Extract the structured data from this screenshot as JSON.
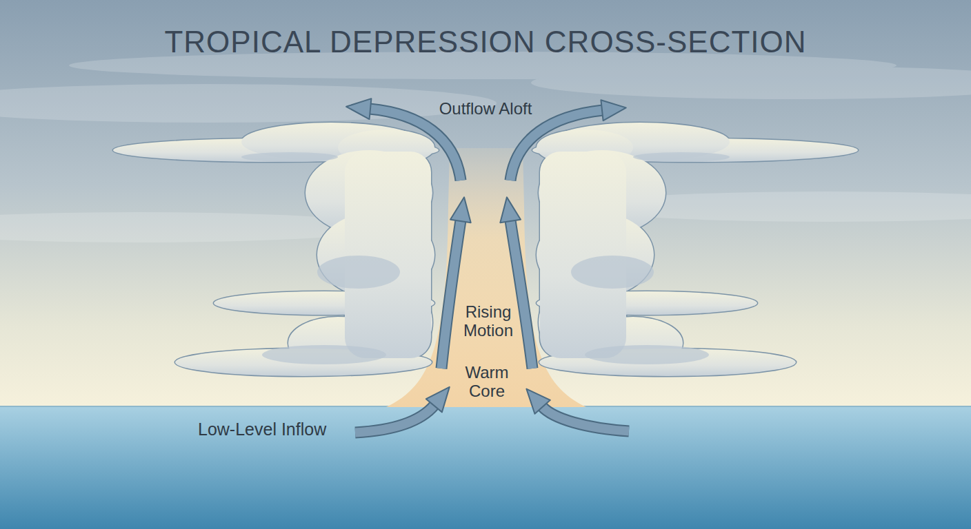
{
  "diagram": {
    "title": "TROPICAL DEPRESSION CROSS-SECTION",
    "labels": [
      "Outflow Aloft",
      "Rising Motion",
      "Warm Core",
      "Low-Level Inflow"
    ]
  }
}
